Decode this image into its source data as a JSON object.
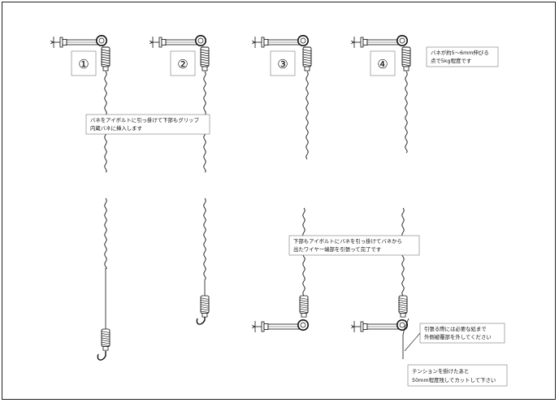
{
  "steps": [
    "①",
    "②",
    "③",
    "④"
  ],
  "notes": {
    "spring_stretch": [
      "バネが約5～6mm伸びる",
      "点で5kg程度です"
    ],
    "hook_spring": [
      "バネをアイボルトに引っ掛けて下部もグリップ",
      "内蔵バネに挿入します"
    ],
    "pull_wire": [
      "下部もアイボルトにバネを引っ掛けてバネから",
      "出たワイヤー端部を引張って完了です"
    ],
    "remove_protector": [
      "引張る際には必要な処まで",
      "外側被覆部を外してください"
    ],
    "cut_wire": [
      "テンションを掛けたあと",
      "50mm程度残してカットして下さい"
    ]
  }
}
